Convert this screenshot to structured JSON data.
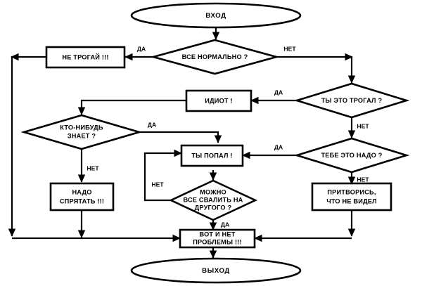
{
  "diagram": {
    "title": "Flowchart",
    "language": "ru",
    "colors": {
      "background": "#ffffff",
      "stroke": "#000000",
      "fill": "#ffffff",
      "text": "#000000"
    },
    "nodes": {
      "start": {
        "type": "terminator",
        "label": "ВХОД"
      },
      "all_ok": {
        "type": "decision",
        "label": "ВСЕ НОРМАЛЬНО ?"
      },
      "dont_touch": {
        "type": "process",
        "label": "НЕ ТРОГАЙ !!!"
      },
      "did_you_touch": {
        "type": "decision",
        "label": "ТЫ ЭТО ТРОГАЛ ?"
      },
      "idiot": {
        "type": "process",
        "label": "ИДИОТ !"
      },
      "anybody_knows": {
        "type": "decision",
        "line1": "КТО-НИБУДЬ",
        "line2": "ЗНАЕТ ?"
      },
      "do_you_need": {
        "type": "decision",
        "label": "ТЕБЕ ЭТО НАДО ?"
      },
      "you_are_busted": {
        "type": "process",
        "label": "ТЫ ПОПАЛ !"
      },
      "blame_other": {
        "type": "decision",
        "line1": "МОЖНО",
        "line2": "ВСЕ СВАЛИТЬ НА",
        "line3": "ДРУГОГО ?"
      },
      "must_hide": {
        "type": "process",
        "line1": "НАДО",
        "line2": "СПРЯТАТЬ !!!"
      },
      "pretend": {
        "type": "process",
        "line1": "ПРИТВОРИСЬ,",
        "line2": "ЧТО НЕ ВИДЕЛ"
      },
      "no_problem": {
        "type": "process",
        "line1": "ВОТ И НЕТ",
        "line2": "ПРОБЛЕМЫ !!!"
      },
      "end": {
        "type": "terminator",
        "label": "ВЫХОД"
      }
    },
    "edge_labels": {
      "all_ok_yes": "ДА",
      "all_ok_no": "НЕТ",
      "did_you_touch_yes": "ДА",
      "did_you_touch_no": "НЕТ",
      "anybody_knows_yes": "ДА",
      "anybody_knows_no": "НЕТ",
      "do_you_need_yes": "ДА",
      "do_you_need_no": "НЕТ",
      "blame_other_yes": "ДА",
      "blame_other_no": "НЕТ"
    }
  }
}
